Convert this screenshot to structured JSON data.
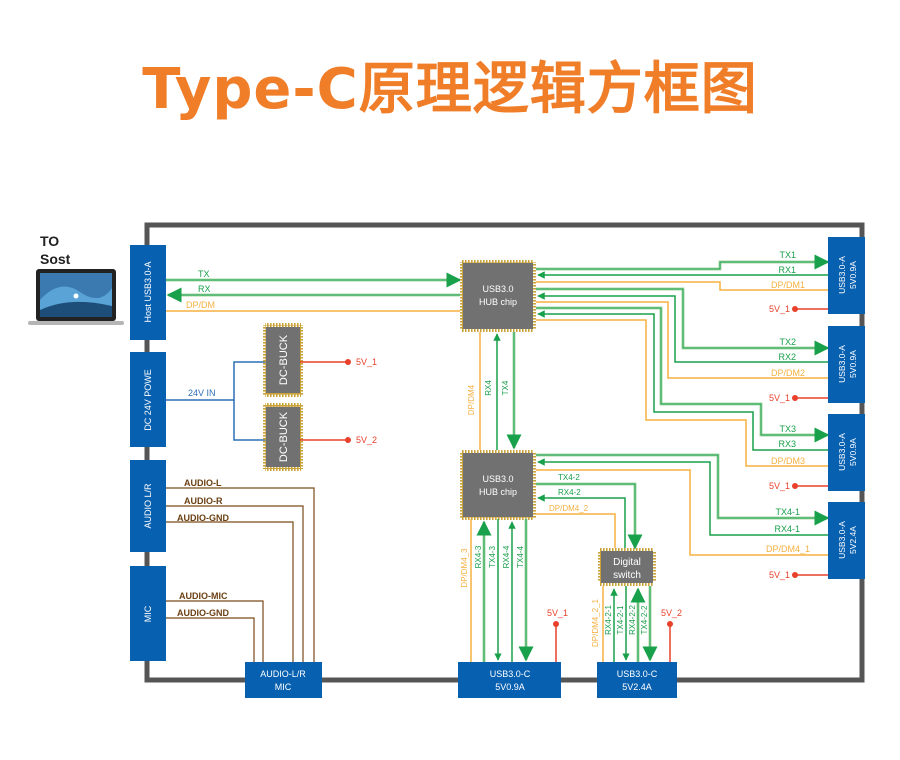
{
  "title": "Type-C原理逻辑方框图",
  "colors": {
    "title": "#f07d28",
    "frame": "#555555",
    "port_box": "#0860b0",
    "chip": "#717171",
    "signal_green": "#19a04a",
    "signal_light_green": "#a8d8a8",
    "signal_orange": "#f5b041",
    "power_red": "#e8402a",
    "power_blue": "#2d6fb8",
    "audio_brown": "#7a4a1a"
  },
  "host": {
    "label_line1": "TO",
    "label_line2": "Sost",
    "laptop_icon": "laptop-icon"
  },
  "left_ports": [
    {
      "id": "host-usb",
      "label": "Host USB3.0-A"
    },
    {
      "id": "dc-power",
      "label": "DC 24V POWE"
    },
    {
      "id": "audio-lr",
      "label": "AUDIO L/R"
    },
    {
      "id": "mic",
      "label": "MIC"
    }
  ],
  "host_signals": {
    "tx": "TX",
    "rx": "RX",
    "dpdm": "DP/DM"
  },
  "power": {
    "input_label": "24V IN",
    "buck1": "DC-BUCK",
    "buck2": "DC-BUCK",
    "out1": "5V_1",
    "out2": "5V_2"
  },
  "audio": {
    "lines_lr": [
      "AUDIO-L",
      "AUDIO-R",
      "AUDIO-GND"
    ],
    "lines_mic": [
      "AUDIO-MIC",
      "AUDIO-GND"
    ],
    "bottom_box_line1": "AUDIO-L/R",
    "bottom_box_line2": "MIC"
  },
  "hub1": {
    "line1": "USB3.0",
    "line2": "HUB chip",
    "down_links": [
      "DP/DM4",
      "RX4",
      "TX4"
    ]
  },
  "hub2": {
    "line1": "USB3.0",
    "line2": "HUB chip",
    "down_links": [
      "DP/DM4_3",
      "RX4-3",
      "TX4-3",
      "RX4-4",
      "TX4-4"
    ],
    "right_links": [
      "TX4-2",
      "RX4-2",
      "DP/DM4_2"
    ]
  },
  "digital_switch": {
    "line1": "Digital",
    "line2": "switch",
    "down_links": [
      "DP/DM4_2_1",
      "RX4-2-1",
      "TX4-2-1",
      "RX4-2-2",
      "TX4-2-2"
    ]
  },
  "right_ports": [
    {
      "line1": "USB3.0-A",
      "line2": "5V0.9A",
      "tx": "TX1",
      "rx": "RX1",
      "dpdm": "DP/DM1",
      "power": "5V_1"
    },
    {
      "line1": "USB3.0-A",
      "line2": "5V0.9A",
      "tx": "TX2",
      "rx": "RX2",
      "dpdm": "DP/DM2",
      "power": "5V_1"
    },
    {
      "line1": "USB3.0-A",
      "line2": "5V0.9A",
      "tx": "TX3",
      "rx": "RX3",
      "dpdm": "DP/DM3",
      "power": "5V_1"
    },
    {
      "line1": "USB3.0-A",
      "line2": "5V2.4A",
      "tx": "TX4-1",
      "rx": "RX4-1",
      "dpdm": "DP/DM4_1",
      "power": "5V_1"
    }
  ],
  "bottom_ports": [
    {
      "line1": "USB3.0-C",
      "line2": "5V0.9A",
      "power": "5V_1"
    },
    {
      "line1": "USB3.0-C",
      "line2": "5V2.4A",
      "power": "5V_2"
    }
  ]
}
